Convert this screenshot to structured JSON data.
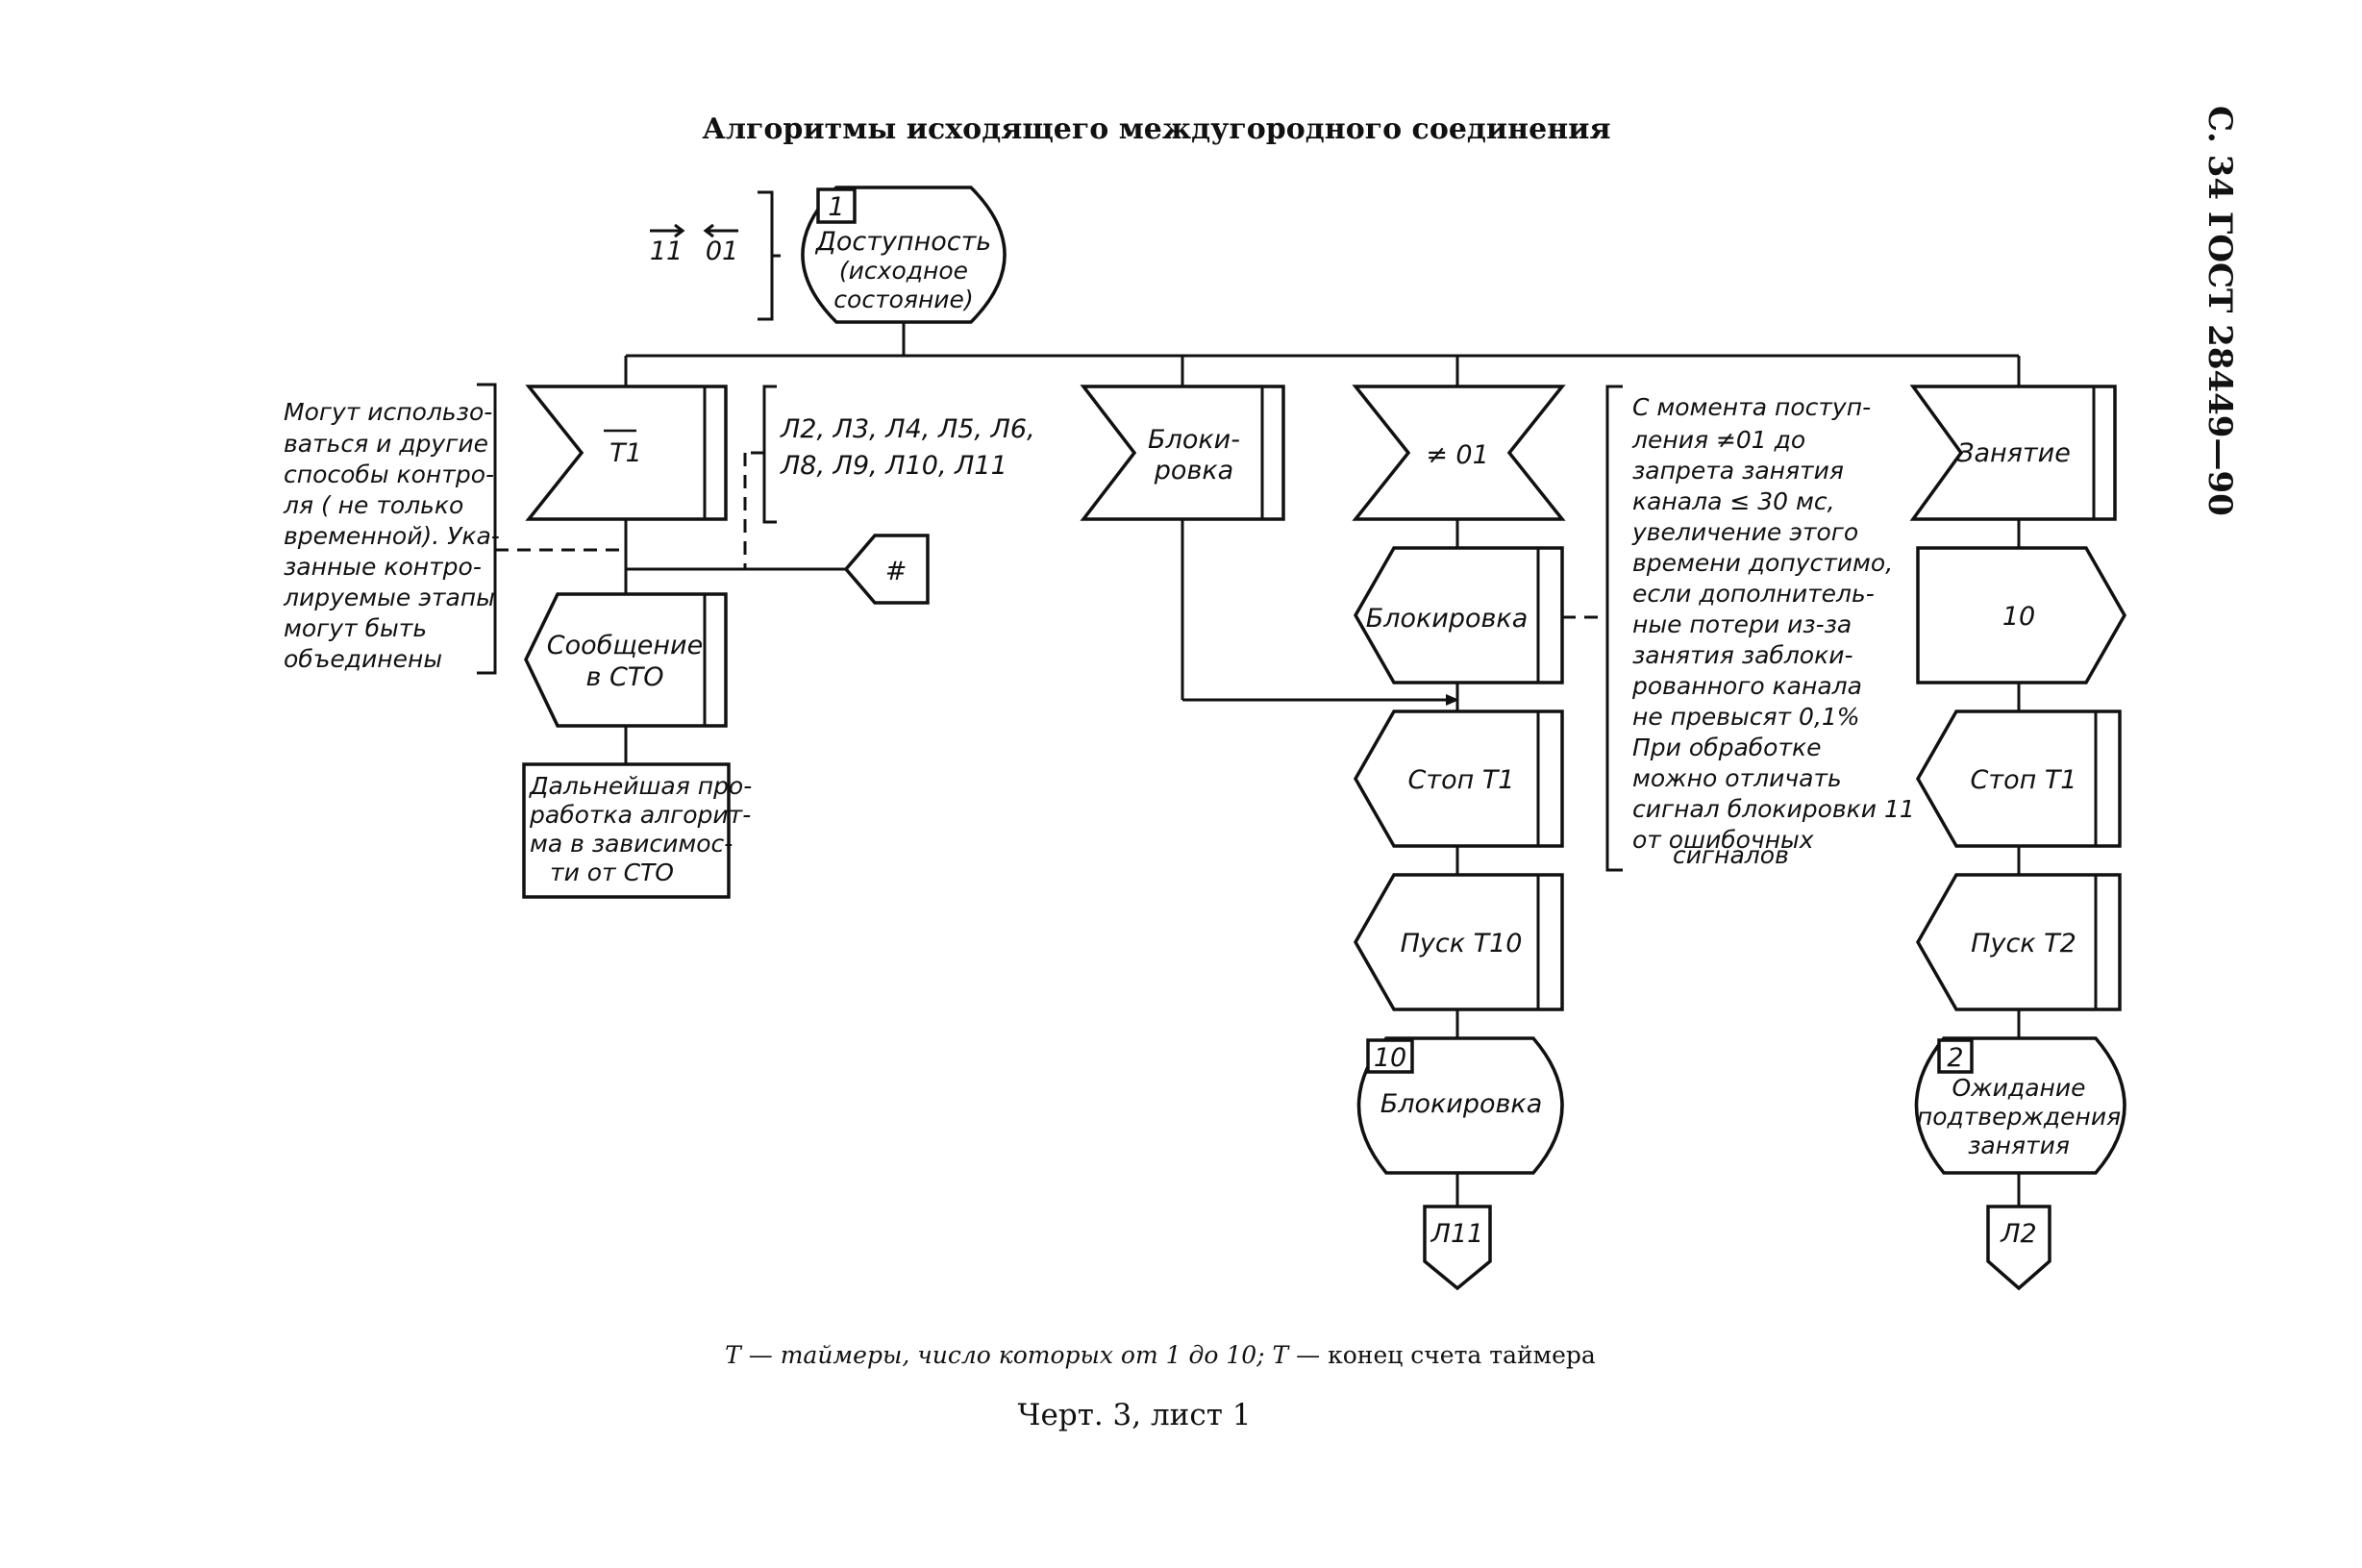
{
  "page": {
    "title": "Алгоритмы исходящего междугородного соединения",
    "side_label": "С. 34 ГОСТ 28449—90",
    "footnote_part1": "T — таймеры, число которых от 1 до 10; ",
    "footnote_part2": "T",
    "footnote_part3": " — конец счета таймера",
    "caption": "Черт. 3, лист 1"
  },
  "start": {
    "number": "1",
    "lines": [
      "Доступность",
      "(исходное",
      "состояние)"
    ],
    "signal_in": "11",
    "signal_out": "01"
  },
  "col1": {
    "input_label": "T1",
    "note_lines": [
      "Могут использо-",
      "ваться и другие",
      "способы контро-",
      "ля ( не только",
      "временной). Ука-",
      "занные контро-",
      "лируемые этапы",
      "могут быть",
      "объединены"
    ],
    "links_lines": [
      "Л2, Л3, Л4, Л5, Л6,",
      "Л8, Л9, Л10, Л11"
    ],
    "connector_symbol": "#",
    "output_lines": [
      "Сообщение",
      "в СТО"
    ],
    "box_lines": [
      "Дальнейшая про-",
      "работка алгорит-",
      "ма в зависимос-",
      "ти от СТО"
    ]
  },
  "col2": {
    "input_lines": [
      "Блоки-",
      "ровка"
    ]
  },
  "col3": {
    "input_label": "≠ 01",
    "steps": [
      "Блокировка",
      "Стоп Т1",
      "Пуск Т10"
    ],
    "state_number": "10",
    "state_label": "Блокировка",
    "link": "Л11",
    "note_lines": [
      "С момента поступ-",
      "ления ≠01 до",
      "запрета занятия",
      "канала ≤ 30 мс,",
      "увеличение этого",
      "времени допустимо,",
      "если дополнитель-",
      "ные потери из-за",
      "занятия заблоки-",
      "рованного канала",
      "не превысят 0,1%",
      "При обработке",
      "можно отличать",
      "сигнал блокировки 11",
      "от ошибочных",
      "сигналов"
    ]
  },
  "col4": {
    "input_label": "Занятие",
    "process_label": "10",
    "steps": [
      "Стоп Т1",
      "Пуск Т2"
    ],
    "state_number": "2",
    "state_lines": [
      "Ожидание",
      "подтверждения",
      "занятия"
    ],
    "link": "Л2"
  }
}
